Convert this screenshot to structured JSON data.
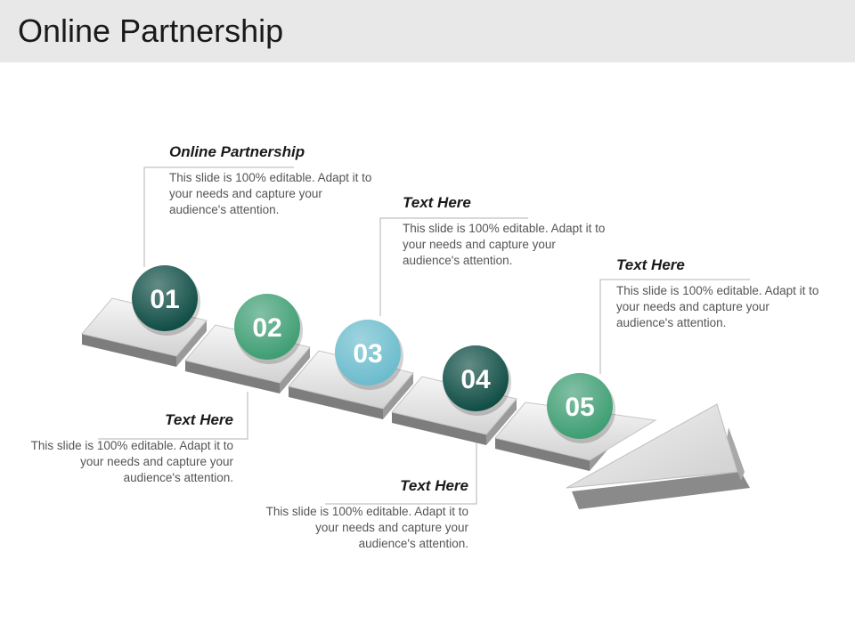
{
  "header": {
    "title": "Online Partnership"
  },
  "steps": [
    {
      "number": "01",
      "color": "#0f4d45"
    },
    {
      "number": "02",
      "color": "#3e9e73"
    },
    {
      "number": "03",
      "color": "#6bbccd"
    },
    {
      "number": "04",
      "color": "#0f4d45"
    },
    {
      "number": "05",
      "color": "#3e9e73"
    }
  ],
  "callouts": [
    {
      "heading": "Online Partnership",
      "text": "This slide is 100% editable. Adapt it to your needs and capture your audience's attention."
    },
    {
      "heading": "Text Here",
      "text": "This slide is 100% editable. Adapt it to your needs and capture your audience's attention."
    },
    {
      "heading": "Text Here",
      "text": "This slide is 100% editable. Adapt it to your needs and capture your audience's attention."
    },
    {
      "heading": "Text Here",
      "text": "This slide is 100% editable. Adapt it to your needs and capture your audience's attention."
    },
    {
      "heading": "Text Here",
      "text": "This slide is 100% editable. Adapt it to your needs and capture your audience's attention."
    }
  ]
}
